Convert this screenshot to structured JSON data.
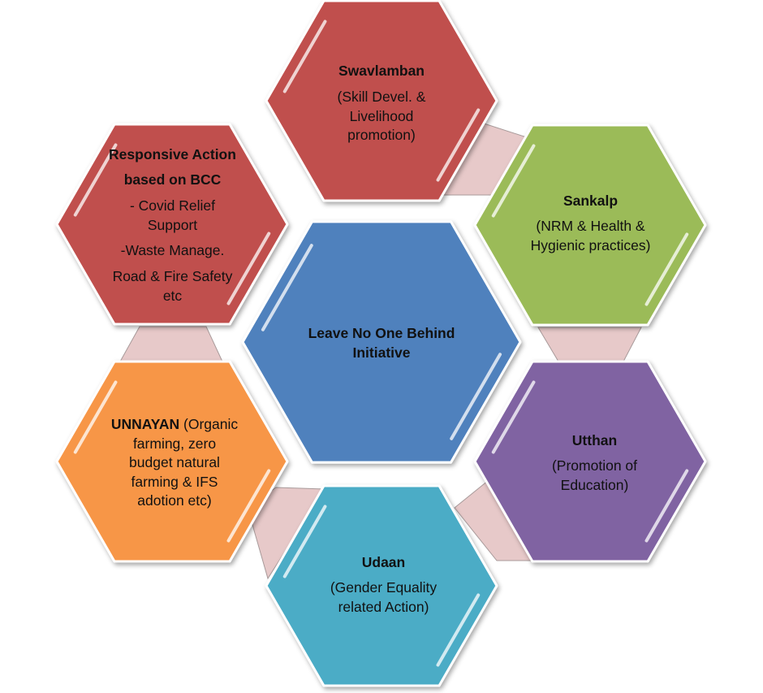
{
  "colors": {
    "connector": "#e7c9c9",
    "connector_stroke": "#a89a9a",
    "red": "#c0504d",
    "green": "#9bbb59",
    "purple": "#8064a2",
    "teal": "#4bacc6",
    "orange": "#f79646",
    "blue": "#4f81bd"
  },
  "center": {
    "line1": "Leave No One Behind",
    "line2": "Initiative"
  },
  "swavlamban": {
    "title": "Swavlamban",
    "line1": "(Skill Devel. &",
    "line2": "Livelihood",
    "line3": "promotion)"
  },
  "sankalp": {
    "title": "Sankalp",
    "line1": "(NRM & Health &",
    "line2": "Hygienic practices)"
  },
  "utthan": {
    "title": "Utthan",
    "line1": "(Promotion of",
    "line2": "Education)"
  },
  "udaan": {
    "title": "Udaan",
    "line1": "(Gender Equality",
    "line2": "related Action)"
  },
  "unnayan": {
    "title": "UNNAYAN",
    "line1_rest": " (Organic",
    "line2": "farming, zero",
    "line3": "budget natural",
    "line4": "farming & IFS",
    "line5": "adotion etc)"
  },
  "responsive": {
    "title1": "Responsive Action",
    "title2": "based on BCC",
    "line1": "- Covid Relief",
    "line2": "Support",
    "line3": "-Waste Manage.",
    "line4": "Road & Fire Safety",
    "line5": "etc"
  }
}
